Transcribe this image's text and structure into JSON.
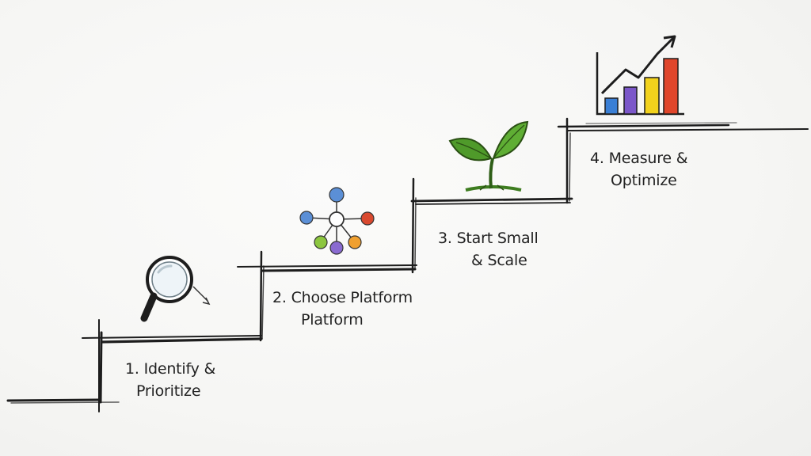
{
  "steps": [
    {
      "number": "1.",
      "line1": "1. Identify &",
      "line2": "Prioritize",
      "icon": "magnifier-icon"
    },
    {
      "number": "2.",
      "line1": "2. Choose Platform",
      "line2": "Platform",
      "icon": "network-icon"
    },
    {
      "number": "3.",
      "line1": "3.  Start Small",
      "line2": "& Scale",
      "icon": "sprout-icon"
    },
    {
      "number": "4.",
      "line1": "4.  Measure &",
      "line2": "Optimize",
      "icon": "growth-chart-icon"
    }
  ],
  "colors": {
    "ink": "#1f1f1f",
    "node_blue": "#5b8fd6",
    "node_red": "#d9492f",
    "node_green": "#8cc63f",
    "node_purple": "#8a6bd1",
    "node_orange": "#f0a030",
    "leaf_green": "#4f9a2a",
    "bar_blue": "#3a7fd5",
    "bar_purple": "#7b57c9",
    "bar_yellow": "#f2d21c",
    "bar_red": "#e0462b"
  }
}
